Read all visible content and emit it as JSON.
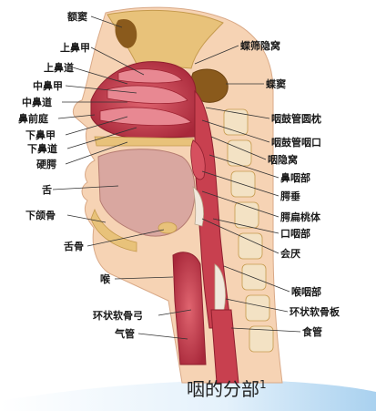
{
  "caption": {
    "text": "咽的分部",
    "superscript": "1"
  },
  "labels": {
    "frontal_sinus": "额窦",
    "superior_concha": "上鼻甲",
    "superior_meatus": "上鼻道",
    "middle_concha": "中鼻甲",
    "middle_meatus": "中鼻道",
    "nasal_vestibule": "鼻前庭",
    "inferior_concha": "下鼻甲",
    "inferior_meatus": "下鼻道",
    "hard_palate": "硬腭",
    "tongue": "舌",
    "mandible": "下颌骨",
    "hyoid": "舌骨",
    "larynx": "喉",
    "cricoid_arch": "环状软骨弓",
    "trachea": "气管",
    "sphenoethmoidal_recess": "蝶筛隐窝",
    "sphenoid_sinus": "蝶窦",
    "torus_tubarius": "咽鼓管圆枕",
    "pharyngeal_opening": "咽鼓管咽口",
    "pharyngeal_recess": "咽隐窝",
    "nasopharynx": "鼻咽部",
    "soft_palate": "腭垂",
    "palatine_tonsil": "腭扁桃体",
    "oropharynx": "口咽部",
    "epiglottis": "会厌",
    "laryngopharynx": "喉咽部",
    "cricoid_lamina": "环状软骨板",
    "esophagus": "食管"
  },
  "colors": {
    "background": "#ffffff",
    "skin": "#f6d3b4",
    "mucosa": "#c8404f",
    "mucosa_dark": "#9d2231",
    "bone": "#e8c27a",
    "sinus": "#8a5a1c",
    "cartilage": "#f1e8dc",
    "caption_wave": "#cfe6f7"
  }
}
